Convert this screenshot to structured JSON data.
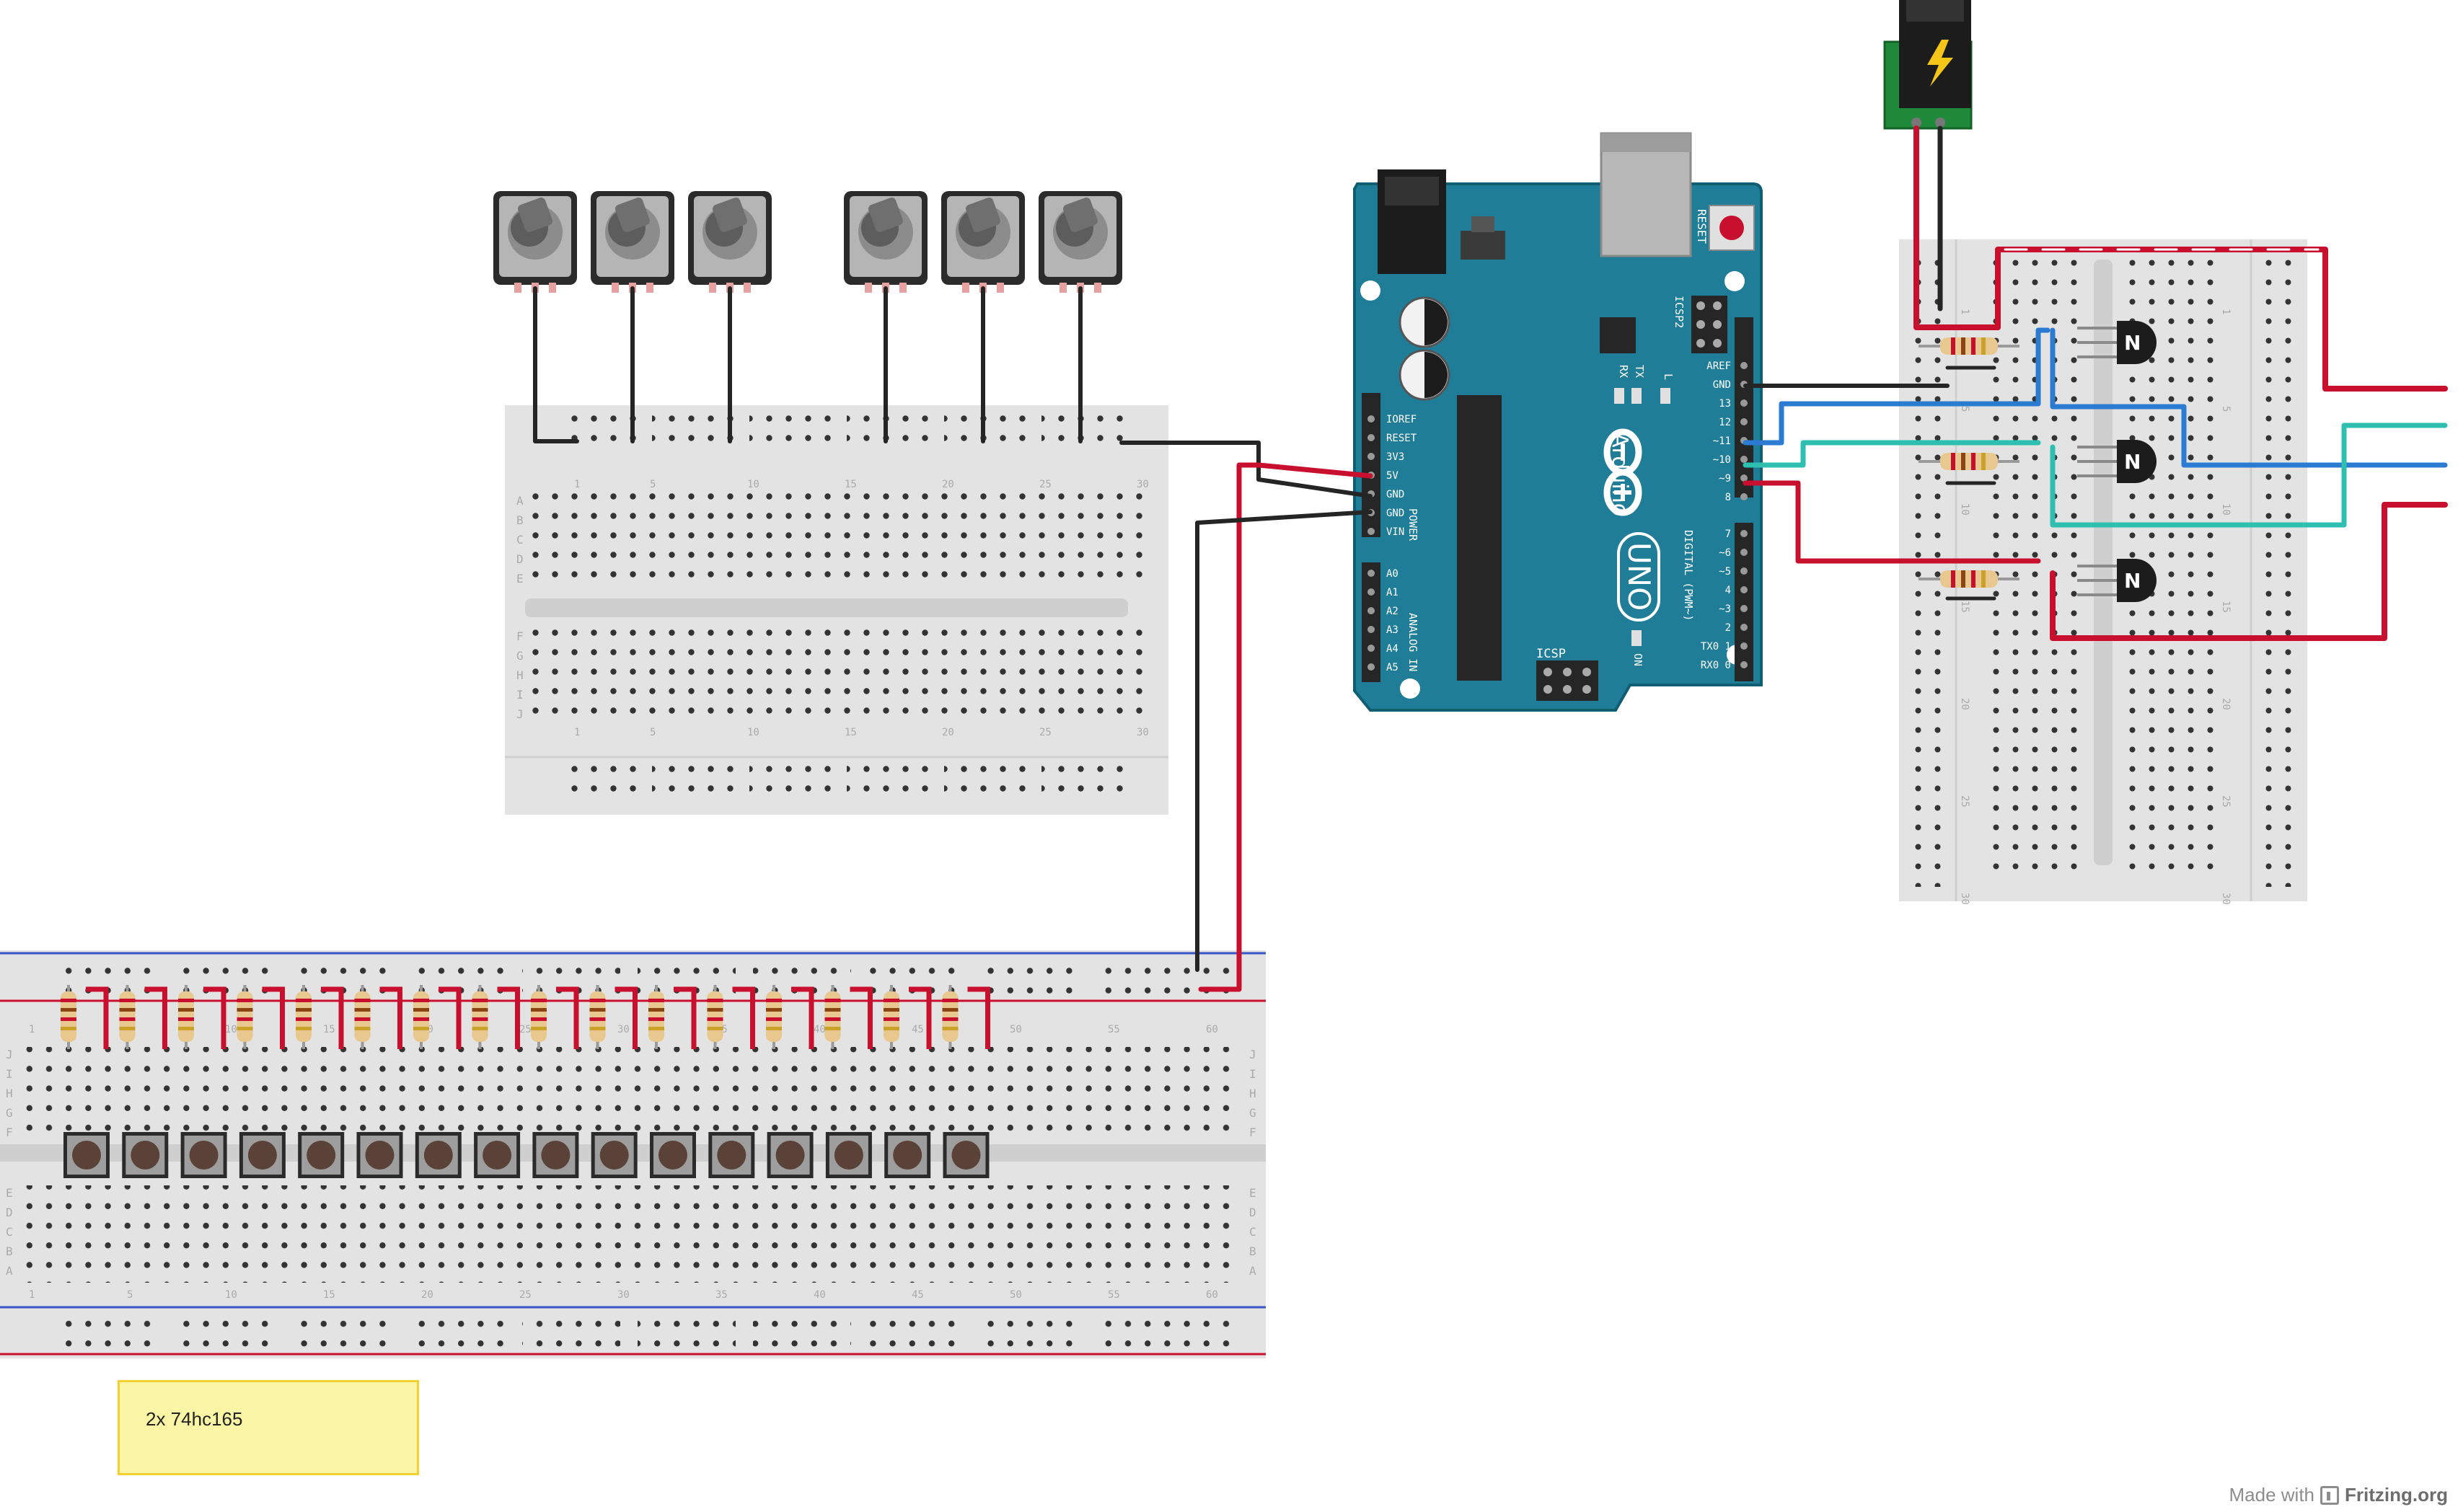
{
  "note": {
    "text": "2x 74hc165"
  },
  "credit": {
    "prefix": "Made with",
    "brand": "Fritzing.org"
  },
  "arduino": {
    "logo_text": "Arduino",
    "model_text": "UNO",
    "reset_label": "RESET",
    "icsp_label": "ICSP",
    "icsp2_label": "ICSP2",
    "tx_label": "TX",
    "rx_label": "RX",
    "l_label": "L",
    "on_label": "ON",
    "power_label": "POWER",
    "analog_label": "ANALOG IN",
    "digital_label": "DIGITAL (PWM~)",
    "power_pins": [
      "IOREF",
      "RESET",
      "3V3",
      "5V",
      "GND",
      "GND",
      "VIN"
    ],
    "analog_pins": [
      "A0",
      "A1",
      "A2",
      "A3",
      "A4",
      "A5"
    ],
    "digital_pins": [
      "AREF",
      "GND",
      "13",
      "12",
      "~11",
      "~10",
      "~9",
      "8",
      "7",
      "~6",
      "~5",
      "4",
      "~3",
      "2",
      "TX0 1",
      "RX0 0"
    ]
  },
  "breadboard_top": {
    "row_letters_top": [
      "A",
      "B",
      "C",
      "D",
      "E"
    ],
    "row_letters_bottom": [
      "F",
      "G",
      "H",
      "I",
      "J"
    ],
    "column_numbers": [
      "1",
      "5",
      "10",
      "15",
      "20",
      "25",
      "30"
    ]
  },
  "breadboard_bottom": {
    "row_letters_top": [
      "J",
      "I",
      "H",
      "G",
      "F"
    ],
    "row_letters_bottom": [
      "E",
      "D",
      "C",
      "B",
      "A"
    ],
    "column_numbers": [
      "1",
      "5",
      "10",
      "15",
      "20",
      "25",
      "30",
      "35",
      "40",
      "45",
      "50",
      "55",
      "60"
    ]
  },
  "breadboard_right": {
    "column_numbers": [
      "1",
      "5",
      "10",
      "15",
      "20",
      "25",
      "30"
    ]
  },
  "transistor_label": "N",
  "colors": {
    "arduino_board": "#1f7d97",
    "arduino_edge": "#0f5e74",
    "breadboard": "#e3e3e3",
    "wire_red": "#c8102e",
    "wire_black": "#252525",
    "wire_blue": "#2a7bd1",
    "wire_teal": "#2ebfb0",
    "note_fill": "#fbf6a5",
    "note_border": "#f4d033",
    "hole": "#2f2f2f",
    "hole_green": "#3aa33a"
  }
}
